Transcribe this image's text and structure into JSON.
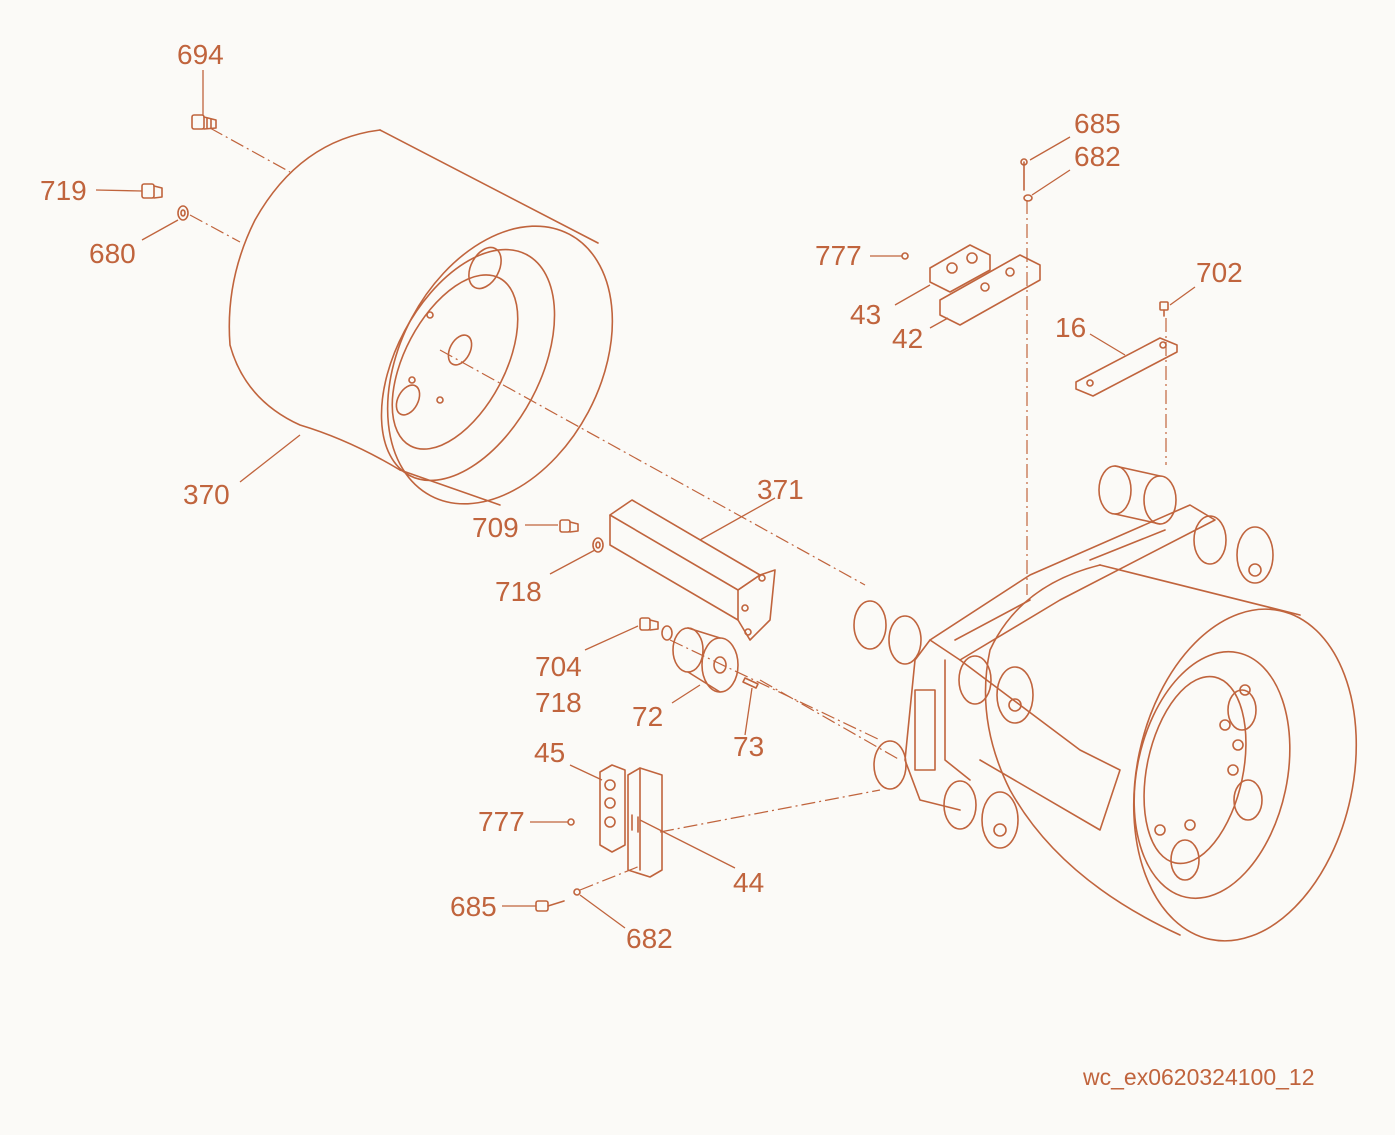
{
  "diagram": {
    "labels": {
      "p694": "694",
      "p719": "719",
      "p680": "680",
      "p370": "370",
      "p685_top": "685",
      "p682_top": "682",
      "p777_top": "777",
      "p43": "43",
      "p42": "42",
      "p702": "702",
      "p16": "16",
      "p371": "371",
      "p709": "709",
      "p718_a": "718",
      "p704": "704",
      "p718_b": "718",
      "p72": "72",
      "p73": "73",
      "p45": "45",
      "p777_bottom": "777",
      "p44": "44",
      "p685_bottom": "685",
      "p682_bottom": "682"
    },
    "reference_code": "wc_ex0620324100_12",
    "line_color": "#c0643d",
    "background_color": "#fbfaf7"
  }
}
